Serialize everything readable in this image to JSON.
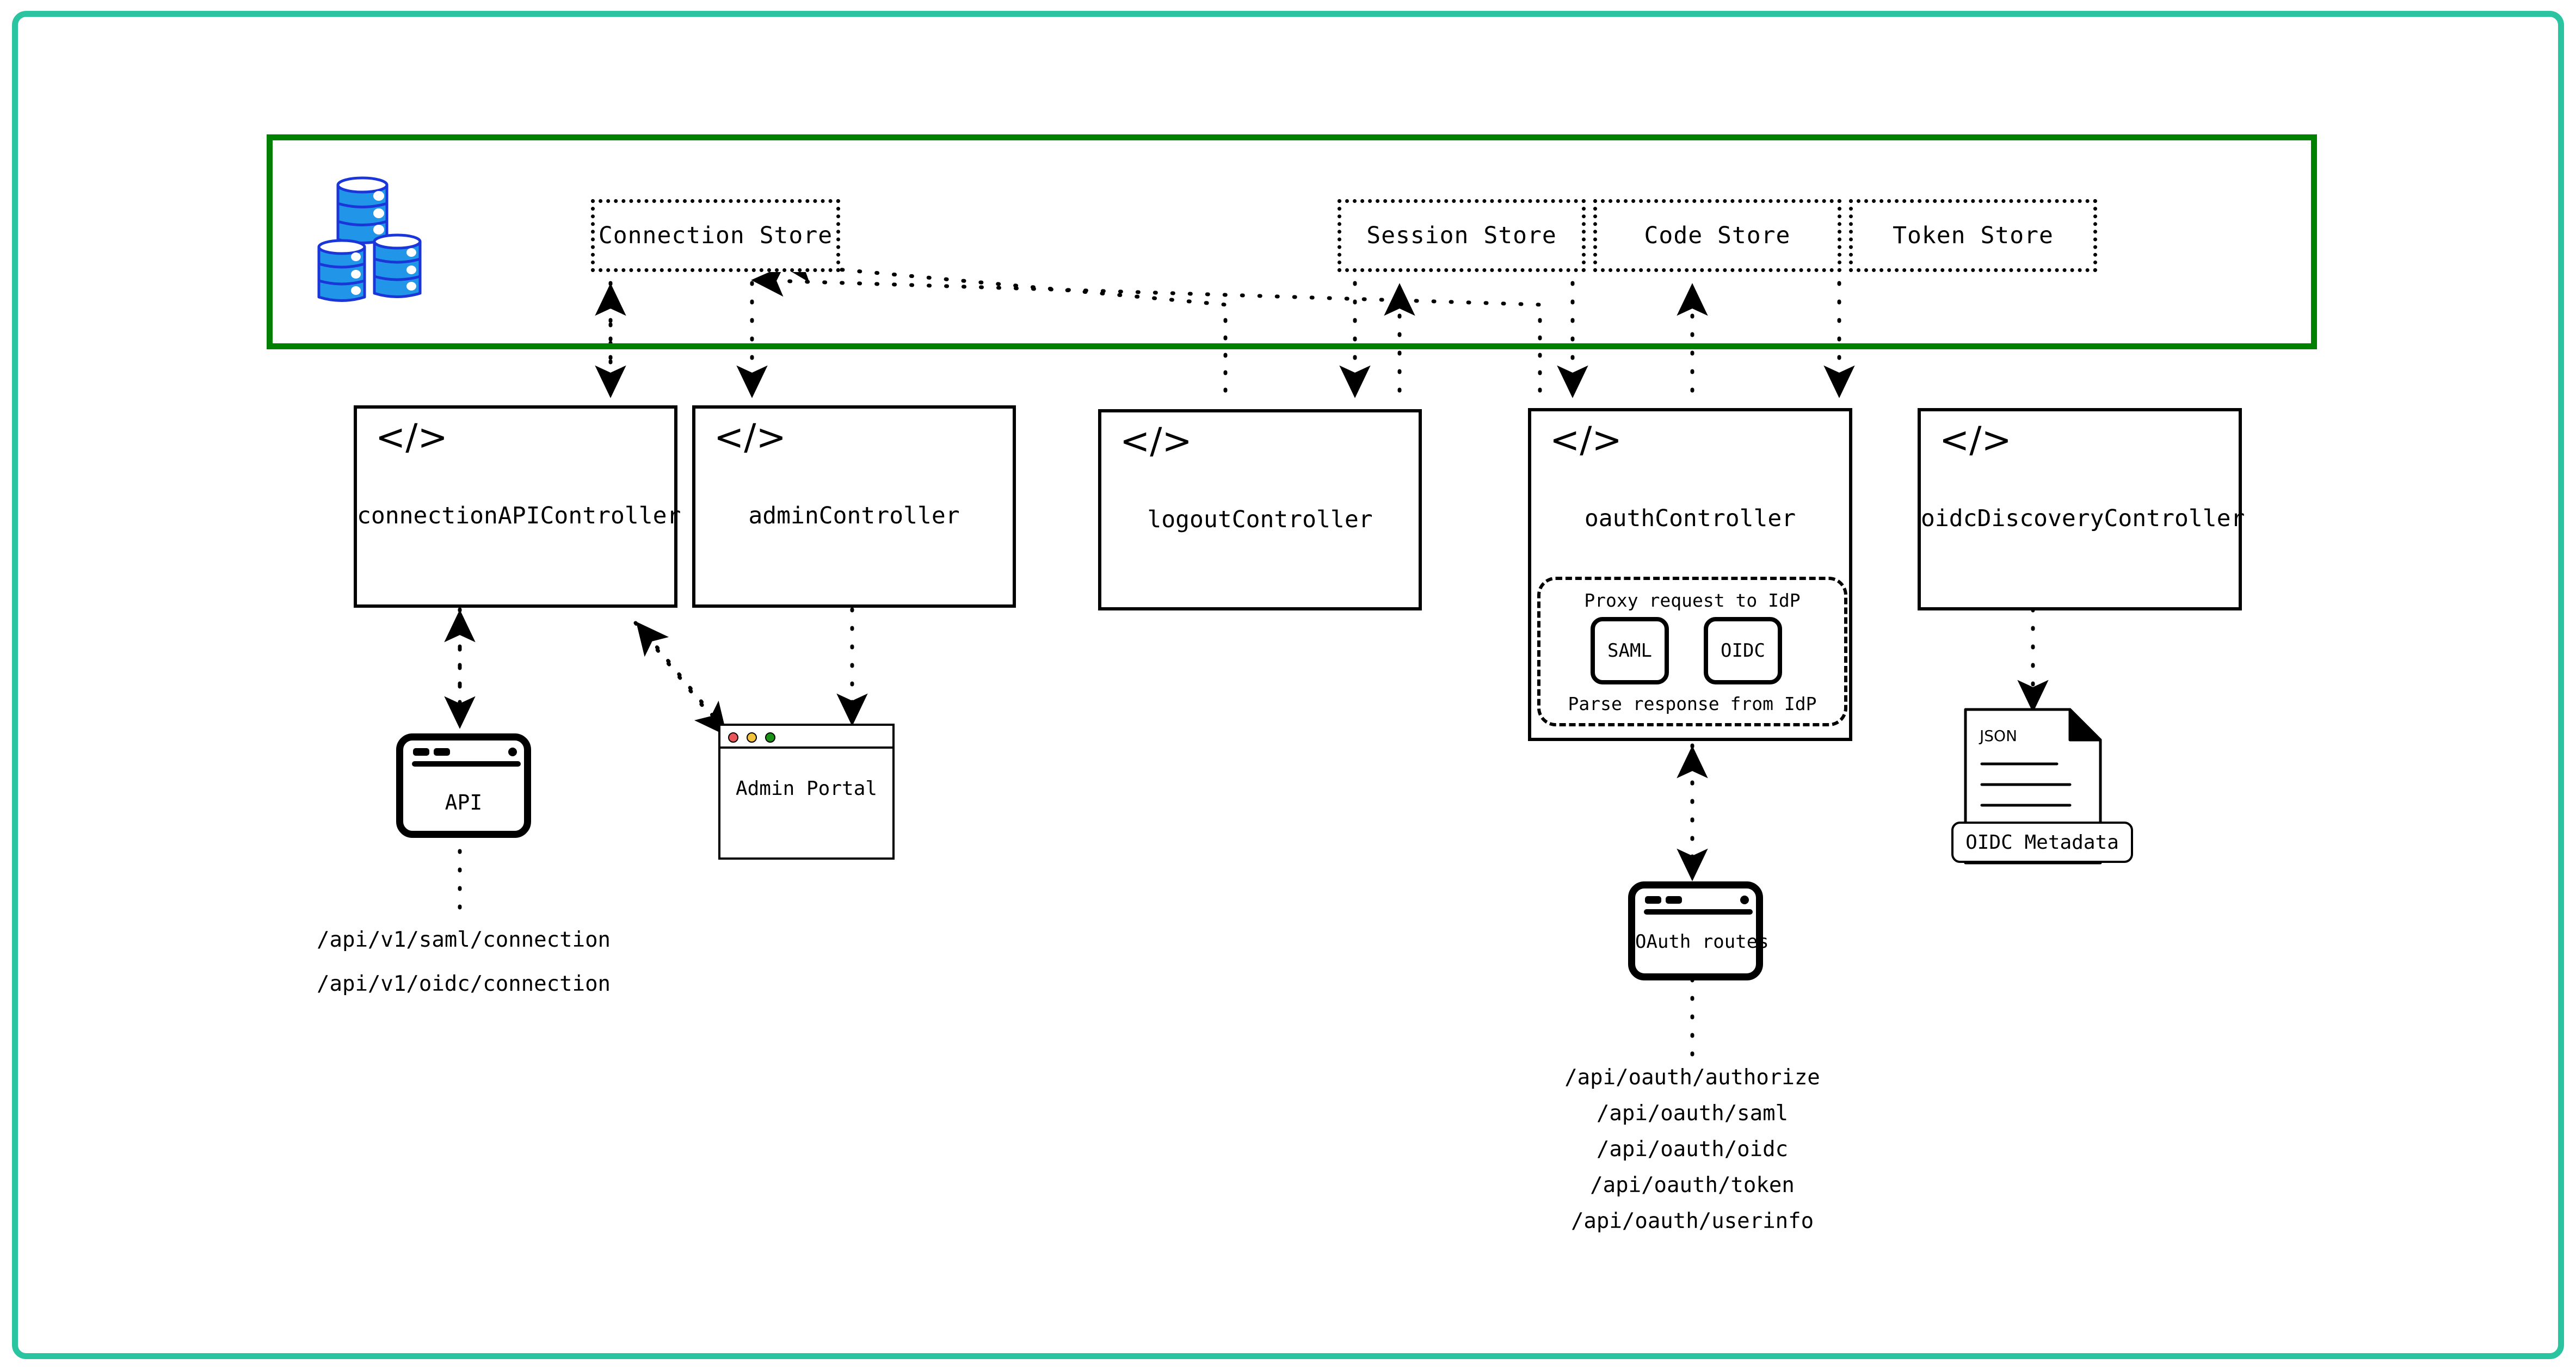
{
  "diagram": {
    "title": "SAML Jackson service architecture",
    "colors": {
      "outer_frame": "#2bc4a0",
      "storage_container": "#008000",
      "database_fill": "#2196e8",
      "database_stroke": "#1a35d8",
      "traffic_red": "#e8565a",
      "traffic_yellow": "#f3c33c",
      "traffic_green": "#1a9216",
      "stroke": "#000000",
      "background": "#ffffff"
    }
  },
  "storage": {
    "db_icon_name": "database-stack-icon",
    "stores": [
      {
        "label": "Connection Store"
      },
      {
        "label": "Session Store"
      },
      {
        "label": "Code Store"
      },
      {
        "label": "Token Store"
      }
    ]
  },
  "controllers": [
    {
      "label": "connectionAPIController",
      "icon": "code-tag-icon"
    },
    {
      "label": "adminController",
      "icon": "code-tag-icon"
    },
    {
      "label": "logoutController",
      "icon": "code-tag-icon"
    },
    {
      "label": "oauthController",
      "icon": "code-tag-icon"
    },
    {
      "label": "oidcDiscoveryController",
      "icon": "code-tag-icon"
    }
  ],
  "oauth_idp_group": {
    "top_caption": "Proxy request to IdP",
    "bottom_caption": "Parse response from IdP",
    "chips": [
      {
        "label": "SAML"
      },
      {
        "label": "OIDC"
      }
    ]
  },
  "clients": {
    "api": {
      "label": "API",
      "icon": "app-window-icon"
    },
    "admin_portal": {
      "label": "Admin Portal",
      "icon": "browser-window-icon"
    },
    "oauth_routes": {
      "label": "OAuth routes",
      "icon": "app-window-icon"
    }
  },
  "documents": {
    "json_doc": {
      "badge": "JSON",
      "icon": "json-file-icon"
    },
    "oidc_metadata": {
      "label": "OIDC Metadata"
    }
  },
  "endpoints": {
    "connection_api": [
      "/api/v1/saml/connection",
      "/api/v1/oidc/connection"
    ],
    "oauth_routes": [
      "/api/oauth/authorize",
      "/api/oauth/saml",
      "/api/oauth/oidc",
      "/api/oauth/token",
      "/api/oauth/userinfo"
    ]
  }
}
